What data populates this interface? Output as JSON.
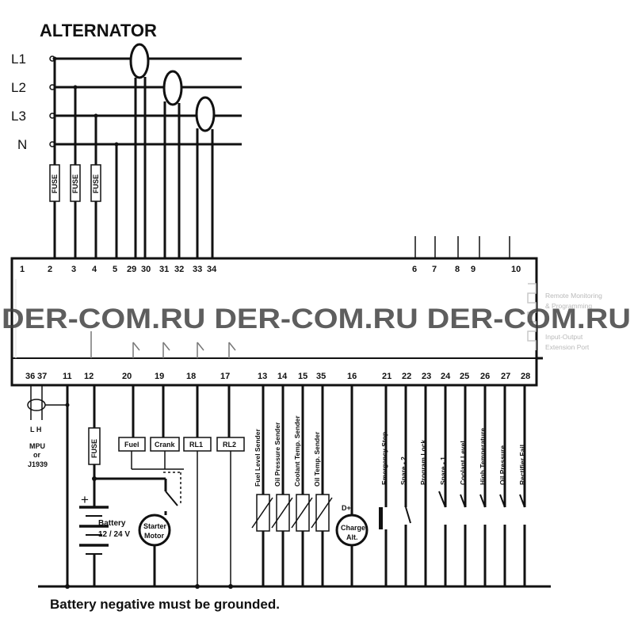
{
  "diagram": {
    "title": "ALTERNATOR",
    "phases": [
      "L1",
      "L2",
      "L3",
      "N"
    ],
    "fuse_label": "FUSE",
    "top_terminals": [
      "1",
      "2",
      "3",
      "4",
      "5",
      "29",
      "30",
      "31",
      "32",
      "33",
      "34",
      "6",
      "7",
      "8",
      "9",
      "10"
    ],
    "bottom_terminals": [
      "36",
      "37",
      "11",
      "12",
      "20",
      "19",
      "18",
      "17",
      "13",
      "14",
      "15",
      "35",
      "16",
      "21",
      "22",
      "23",
      "24",
      "25",
      "26",
      "27",
      "28"
    ],
    "port_label": [
      "Remote Monitoring",
      "& Programming",
      "Input-Output",
      "Extension Port"
    ],
    "watermark": "DER-COM.RU DER-COM.RU DER-COM.RU",
    "mpu_label": {
      "lh": "L  H",
      "line1": "MPU",
      "line2": "or",
      "line3": "J1939"
    },
    "battery_label": {
      "line1": "Battery",
      "line2": "12 / 24 V",
      "plus": "+"
    },
    "starter_label": {
      "line1": "Starter",
      "line2": "Motor"
    },
    "relays": [
      "Fuel",
      "Crank",
      "RL1",
      "RL2"
    ],
    "senders": [
      "Fuel Level Sender",
      "Oil Pressure Sender",
      "Coolant Temp. Sender",
      "Oil Temp. Sender"
    ],
    "charge_label": {
      "top": "D+",
      "line1": "Charge",
      "line2": "Alt."
    },
    "inputs": [
      "Emergency Stop",
      "Spare - 2",
      "Program Lock",
      "Spare - 1",
      "Coolant Level",
      "High Temperature",
      "Oil Pressure",
      "Rectifier Fail"
    ],
    "footer": "Battery negative must be grounded."
  }
}
